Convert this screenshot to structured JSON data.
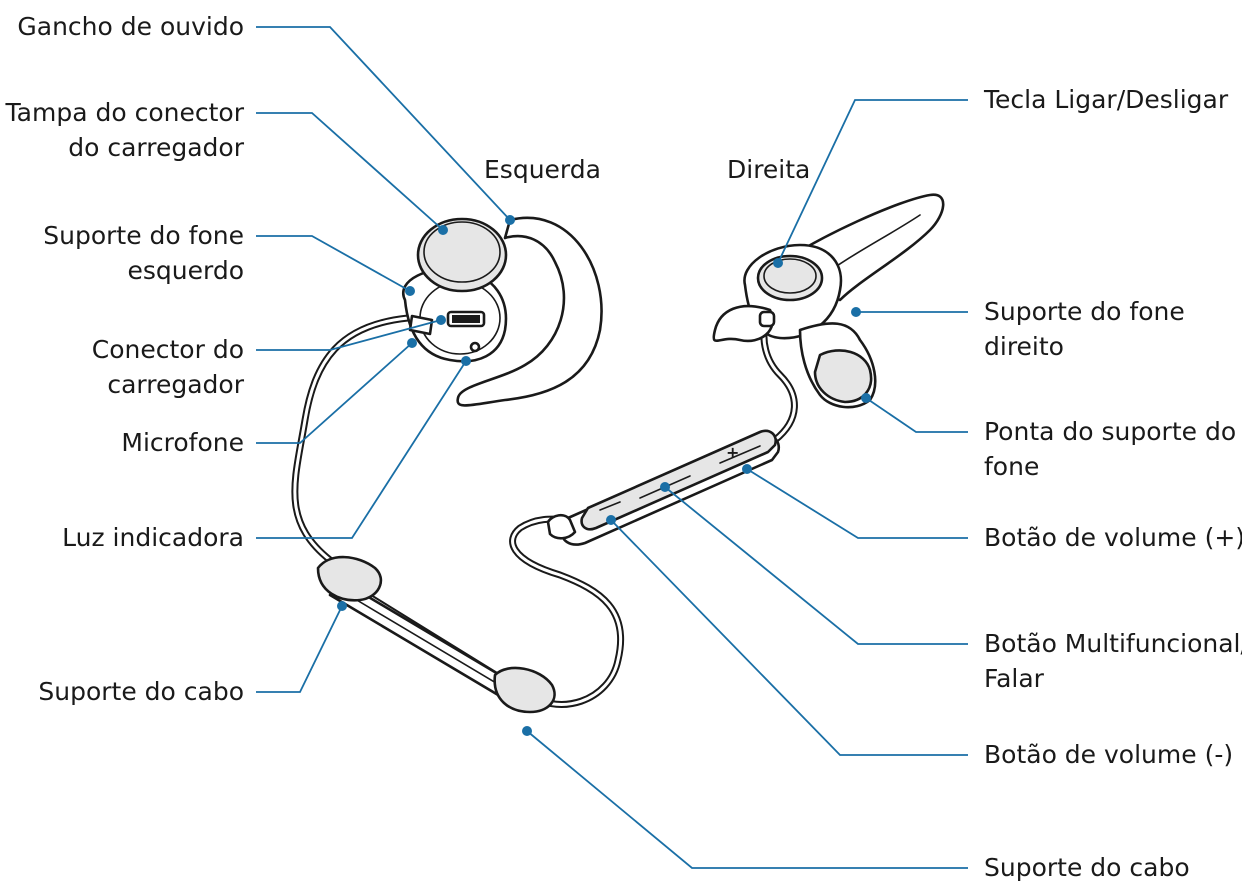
{
  "colors": {
    "leader": "#1a6fa6",
    "outline": "#1a1a1a",
    "fill_grey": "#e6e6e6"
  },
  "sides": {
    "left": "Esquerda",
    "right": "Direita"
  },
  "labels": {
    "gancho": "Gancho de ouvido",
    "tampa_1": "Tampa do conector",
    "tampa_2": "do carregador",
    "suporte_esq_1": "Suporte do fone",
    "suporte_esq_2": "esquerdo",
    "conector_1": "Conector do",
    "conector_2": "carregador",
    "microfone": "Microfone",
    "luz": "Luz indicadora",
    "suporte_cabo_esq": "Suporte do cabo",
    "tecla": "Tecla Ligar/Desligar",
    "suporte_dir_1": "Suporte do fone",
    "suporte_dir_2": "direito",
    "ponta_1": "Ponta do suporte do",
    "ponta_2": "fone",
    "vol_mais": "Botão de volume (+)",
    "multi_1": "Botão Multifuncional/",
    "multi_2": "Falar",
    "vol_menos": "Botão de volume (-)",
    "suporte_cabo_inf": "Suporte do cabo"
  },
  "icons": {
    "plus": "+"
  }
}
